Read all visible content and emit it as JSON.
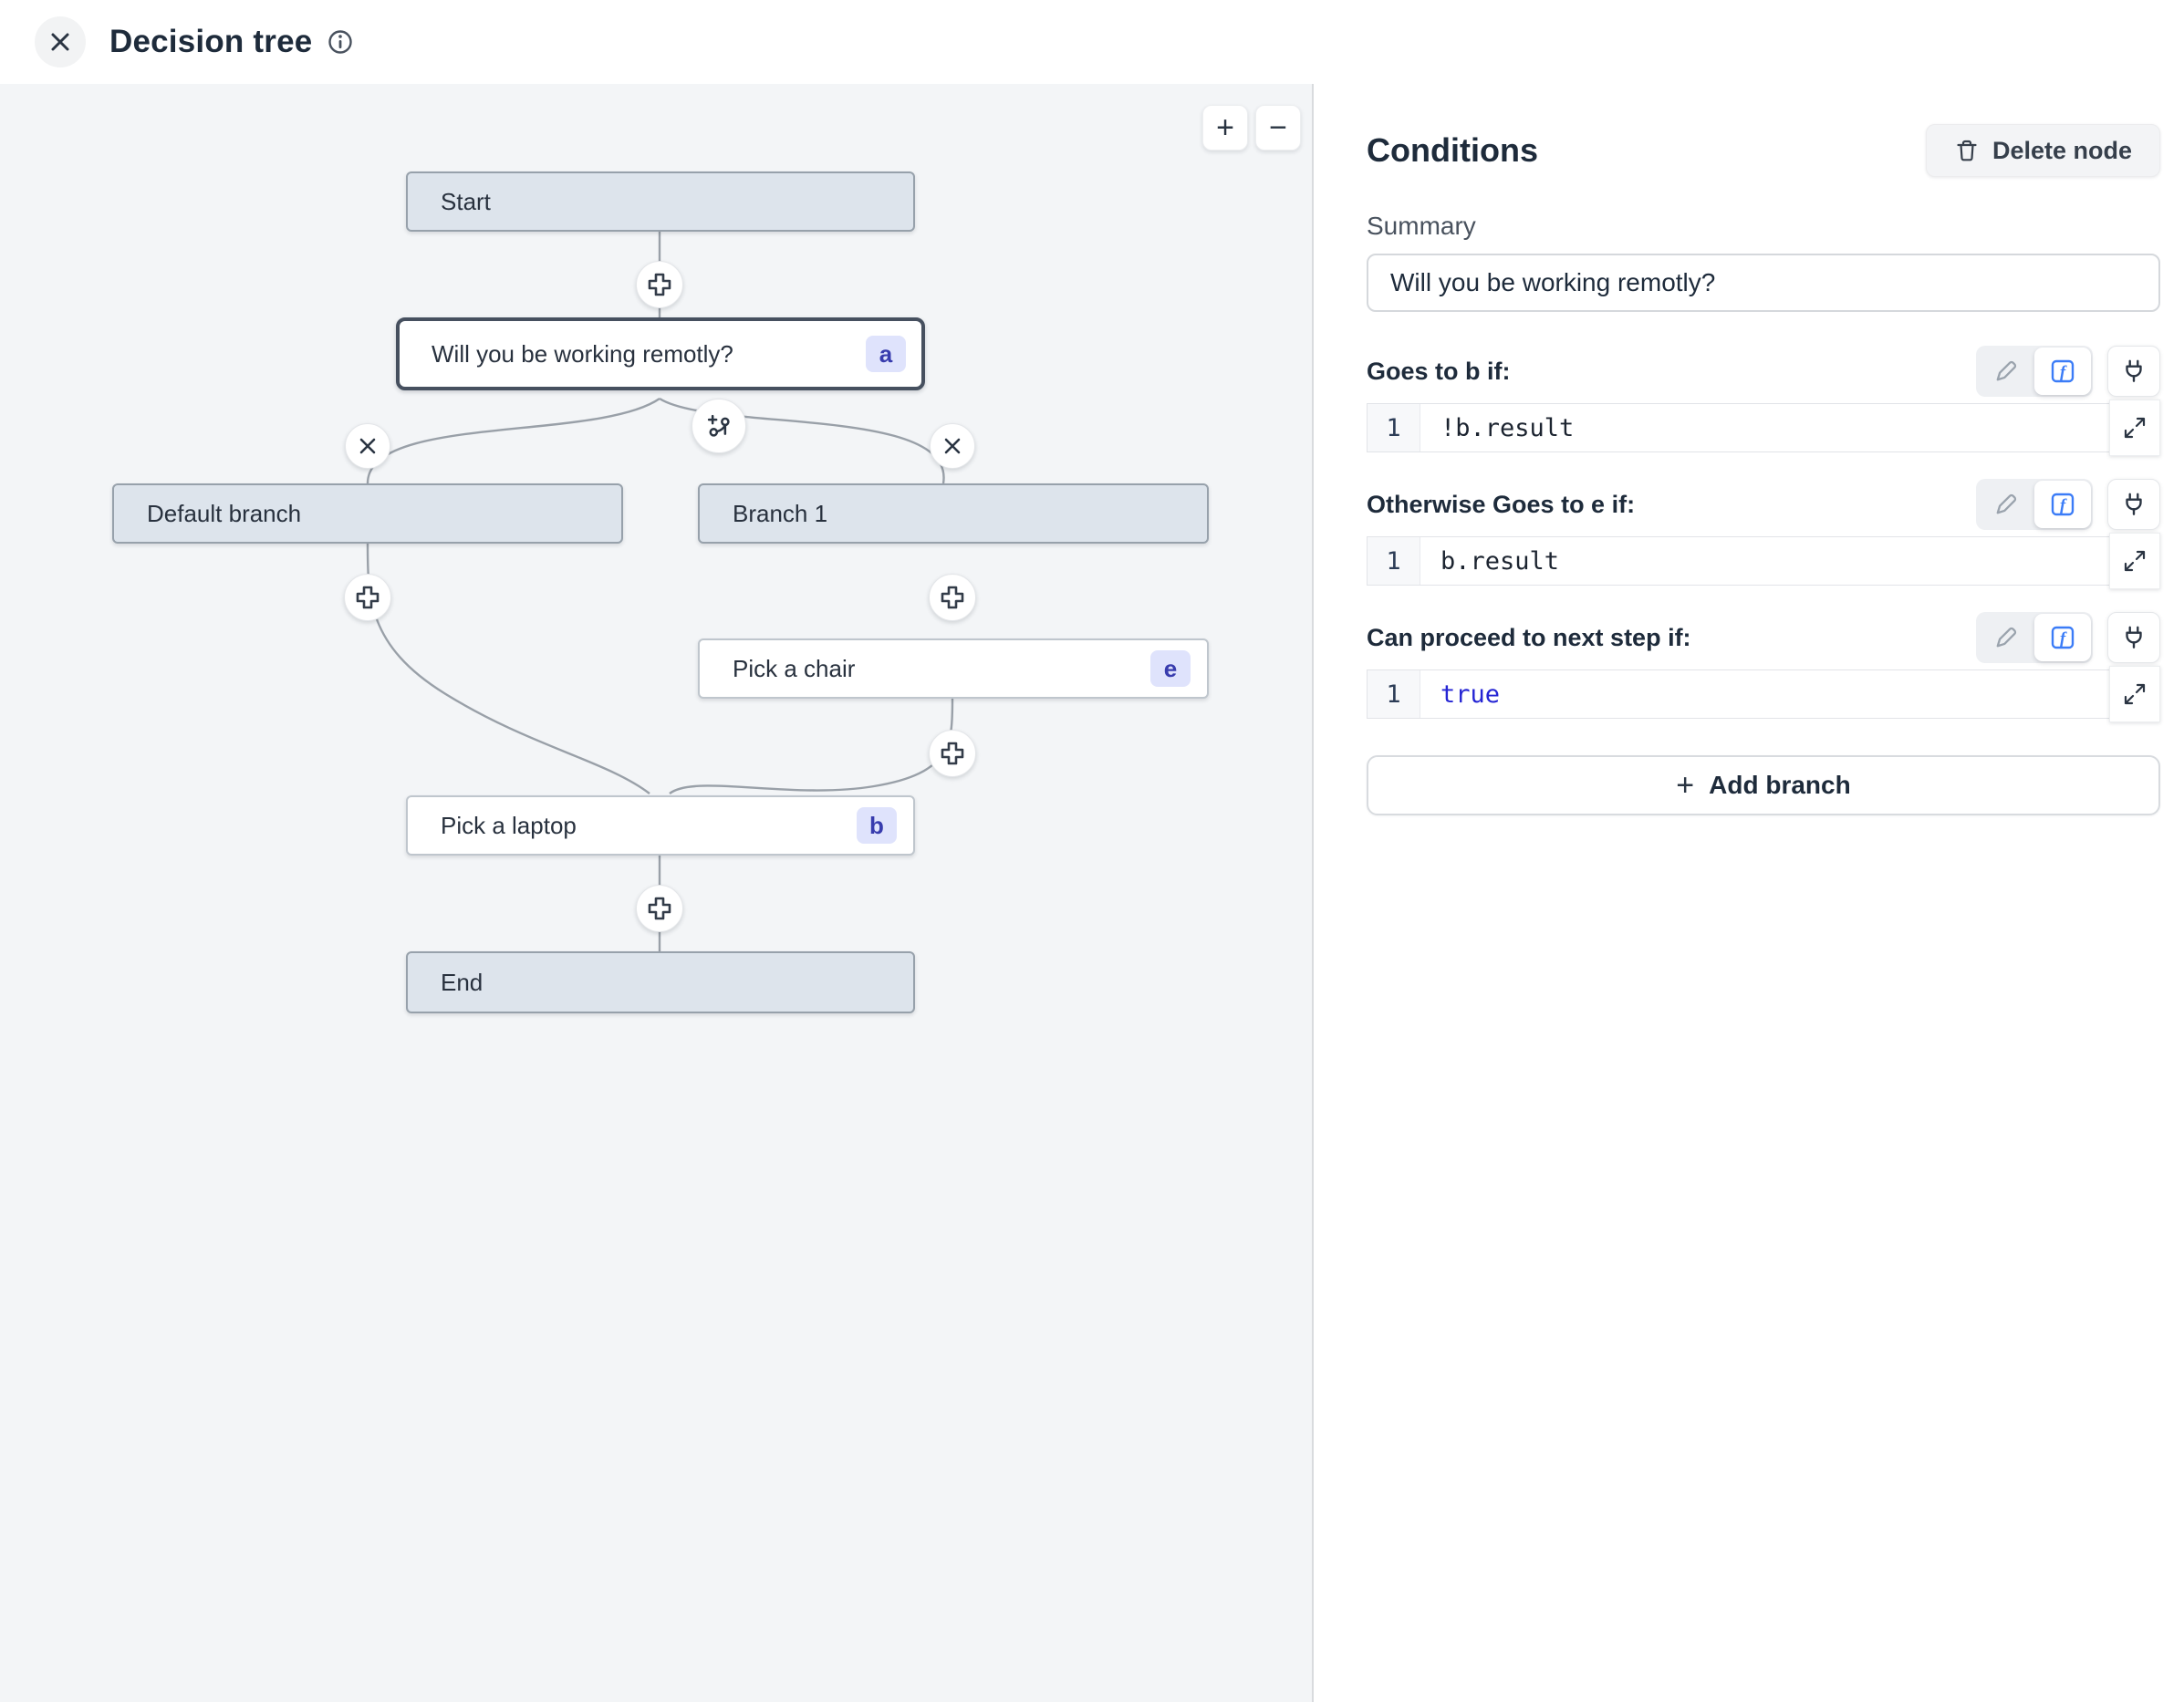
{
  "header": {
    "title": "Decision tree"
  },
  "canvas": {
    "zoom_in": "+",
    "zoom_out": "−",
    "nodes": [
      {
        "label": "Start"
      },
      {
        "label": "Will you be working remotly?",
        "badge": "a"
      },
      {
        "label": "Default branch"
      },
      {
        "label": "Branch 1"
      },
      {
        "label": "Pick a chair",
        "badge": "e"
      },
      {
        "label": "Pick a laptop",
        "badge": "b"
      },
      {
        "label": "End"
      }
    ]
  },
  "panel": {
    "title": "Conditions",
    "delete_button": "Delete node",
    "summary": {
      "label": "Summary",
      "value": "Will you be working remotly?"
    },
    "sections": [
      {
        "label": "Goes to b if:",
        "line": "1",
        "code": "!b.result"
      },
      {
        "label": "Otherwise Goes to e if:",
        "line": "1",
        "code": "b.result"
      },
      {
        "label": "Can proceed to next step if:",
        "line": "1",
        "code": "true"
      }
    ],
    "add_branch": "Add branch"
  },
  "colors": {
    "accent_blue": "#3b7cf7",
    "badge_bg": "#dfe3fc",
    "badge_text": "#383cae",
    "code_keyword": "#2525d4",
    "node_gray": "#dde4ec",
    "selected_border": "#46505f"
  }
}
